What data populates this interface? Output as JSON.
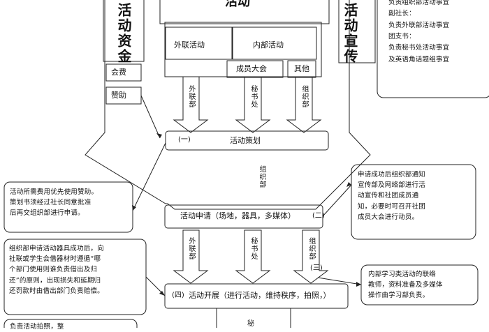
{
  "header": {
    "title_fragment": "活动"
  },
  "funding": {
    "label": "活动资金",
    "items": [
      "会费",
      "赞助"
    ]
  },
  "publicity": {
    "label": "活动宣传"
  },
  "external_activity": "外联活动",
  "internal_activity": "内部活动",
  "member_meeting": "成员大会",
  "other": "其他",
  "arrows": {
    "external_dept": "外联部",
    "secretariat": "秘书处",
    "organization_dept": "组织部"
  },
  "planning": {
    "marker": "(一)",
    "label": "活动策划"
  },
  "application": {
    "label": "活动申请（场地，器具，多媒体）",
    "marker": "(二)"
  },
  "execution": {
    "marker": "(四)",
    "label": "活动开展（进行活动，维持秩序，拍照，）"
  },
  "step_three_marker": "(三)",
  "bottom_arrow_char": "秘",
  "notes": {
    "roles": [
      "负责组织部活动事宜",
      "副社长：",
      "负责外联部活动事宜",
      "团支书：",
      "负责秘书处活动事宜",
      "及英语角话题组事宜"
    ],
    "funding_note": [
      "活动所需费用优先使用赞助。",
      "策划书须经过社长同意批准",
      "后再交组织部进行申请。"
    ],
    "publicity_note": [
      "申请成功后组织部通知",
      "宣传部及网络部进行活",
      "动宣传和社团成员通",
      "知，必要时可召开社团",
      "成员大会进行动员。"
    ],
    "equipment_note": [
      "组织部申请活动器具成功后，向",
      "社联或学生会借器材时遵循“哪",
      "个部门使用则谁负责借出及归",
      "还”的原则，出现损失和延期归",
      "还罚款时由借出部门负责赔偿。"
    ],
    "study_note": [
      "内部学习类活动的联络",
      "教师，资料准备及多媒体",
      "操作由学习部负责。"
    ],
    "bottom_fragment": "负责活动拍照，整"
  }
}
